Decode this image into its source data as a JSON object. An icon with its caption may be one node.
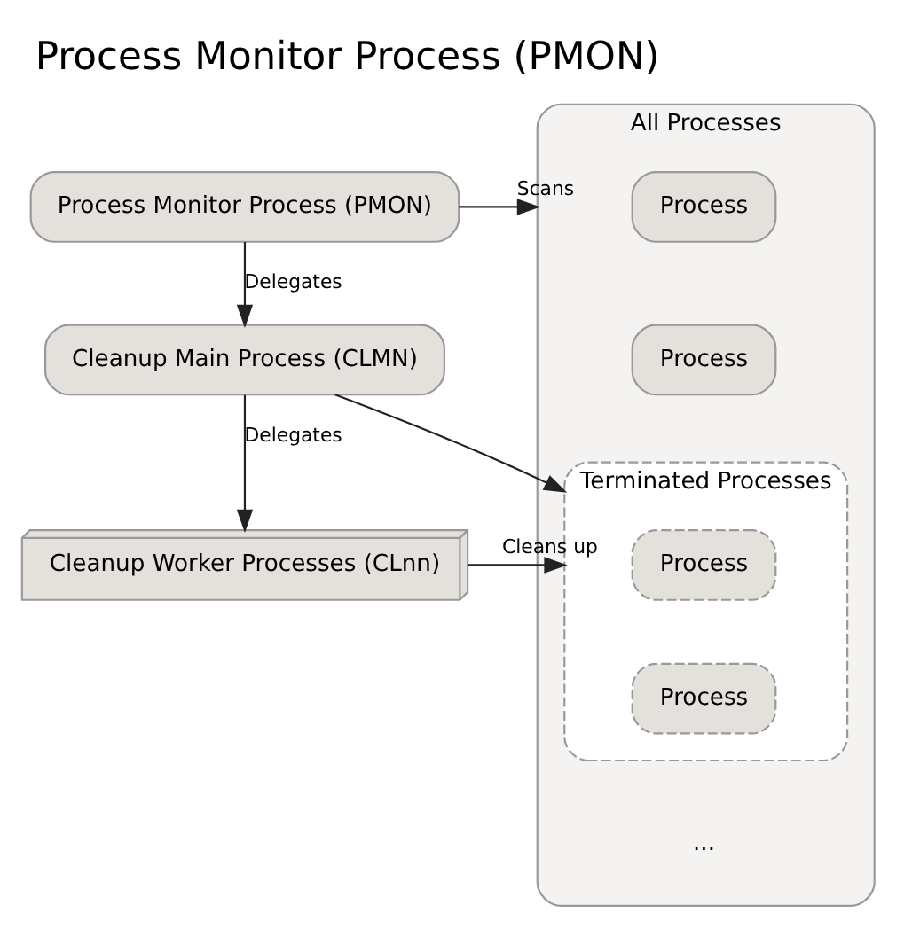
{
  "diagram": {
    "title": "Process Monitor Process (PMON)",
    "nodes": [
      {
        "text": [
          "Process Monitor Process (PMON)"
        ]
      },
      {
        "text": [
          "Cleanup Main Process (CLMN)"
        ]
      },
      {
        "text": [
          "Cleanup Worker Processes (CLnn)"
        ]
      },
      {
        "text": [
          "All Processes"
        ]
      },
      {
        "text": [
          "Process"
        ],
        "in": 3
      },
      {
        "text": [
          "Process"
        ],
        "in": 3
      },
      {
        "text": [
          "Terminated Processes"
        ],
        "in": 3
      },
      {
        "text": [
          "Process"
        ],
        "in": 6
      },
      {
        "text": [
          "Process"
        ],
        "in": 6
      }
    ],
    "edges": [
      {
        "from": 0,
        "to": 3,
        "label": "Scans",
        "arrow": "to"
      },
      {
        "from": 0,
        "to": 1,
        "label": "Delegates",
        "arrow": "to"
      },
      {
        "from": 1,
        "to": 2,
        "label": "Delegates",
        "arrow": "to"
      },
      {
        "from": 1,
        "to": 6,
        "arrow": "to"
      },
      {
        "from": 2,
        "to": 6,
        "label": "Cleans up",
        "arrow": "to"
      }
    ],
    "labels": [
      "..."
    ]
  }
}
